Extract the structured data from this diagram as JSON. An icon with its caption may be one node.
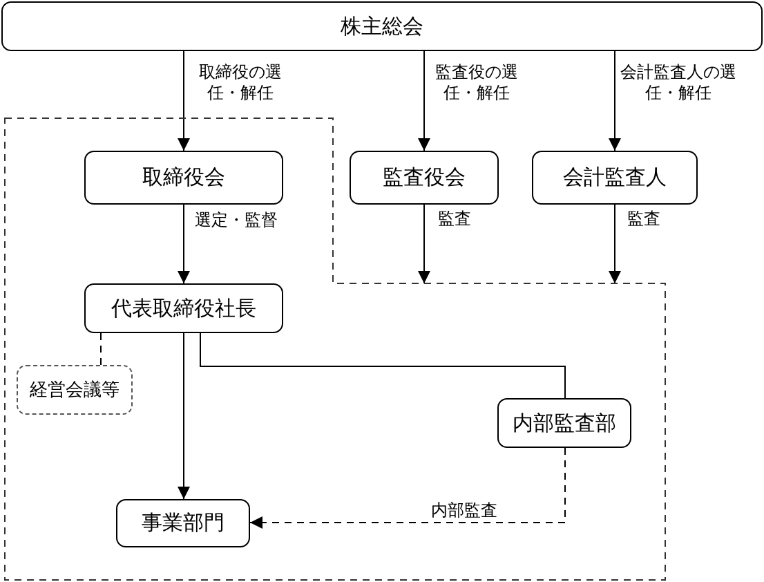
{
  "diagram": {
    "nodes": [
      {
        "text": [
          "株主総会"
        ]
      },
      {
        "text": [],
        "shape": "polygon"
      },
      {
        "text": [
          "取締役会"
        ],
        "in": 1
      },
      {
        "text": [
          "監査役会"
        ]
      },
      {
        "text": [
          "会計監査人"
        ]
      },
      {
        "text": [
          "代表取締役社長"
        ],
        "in": 1
      },
      {
        "text": [
          "経営会議等"
        ],
        "in": 1
      },
      {
        "text": [
          "内部監査部"
        ],
        "in": 1
      },
      {
        "text": [
          "事業部門"
        ],
        "in": 1
      }
    ],
    "edges": [
      {
        "from": 0,
        "to": 2,
        "arrow": "to",
        "label": "取締役の選任・解任"
      },
      {
        "from": 0,
        "to": 3,
        "arrow": "to",
        "label": "監査役の選任・解任"
      },
      {
        "from": 0,
        "to": 4,
        "arrow": "to",
        "label": "会計監査人の選任・解任"
      },
      {
        "from": 2,
        "to": 5,
        "arrow": "to",
        "label": "選定・監督"
      },
      {
        "from": 3,
        "to": 1,
        "arrow": "to",
        "label": "監査"
      },
      {
        "from": 4,
        "to": 1,
        "arrow": "to",
        "label": "監査"
      },
      {
        "from": 5,
        "to": 6,
        "arrow": "none",
        "style": "dashed"
      },
      {
        "from": 5,
        "to": 8,
        "arrow": "to"
      },
      {
        "from": 5,
        "to": 7,
        "arrow": "none"
      },
      {
        "from": 7,
        "to": 8,
        "arrow": "to",
        "style": "dashed",
        "label": "内部監査"
      }
    ]
  }
}
